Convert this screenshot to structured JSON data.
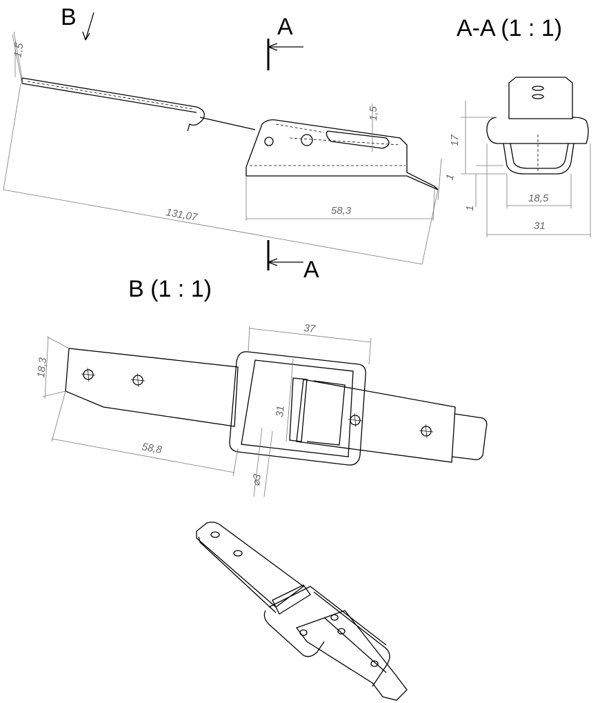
{
  "labels": {
    "view_b_arrow": "B",
    "section_a_top": "A",
    "section_a_bottom": "A",
    "section_title": "A-A (1 : 1)",
    "view_b_title": "B (1 : 1)"
  },
  "dimensions": {
    "side_view": {
      "plate_thickness": "1,5",
      "overall_length": "131,07",
      "base_length": "58,3",
      "spring_thickness": "1,5",
      "tip_offset": "1"
    },
    "section": {
      "height": "17",
      "offset": "1",
      "inner_width": "18,5",
      "outer_width": "31"
    },
    "view_b": {
      "frame_length": "37",
      "plate_width": "18,3",
      "frame_width": "31",
      "hook_length": "58,8",
      "hole_diameter": "⌀3"
    }
  }
}
